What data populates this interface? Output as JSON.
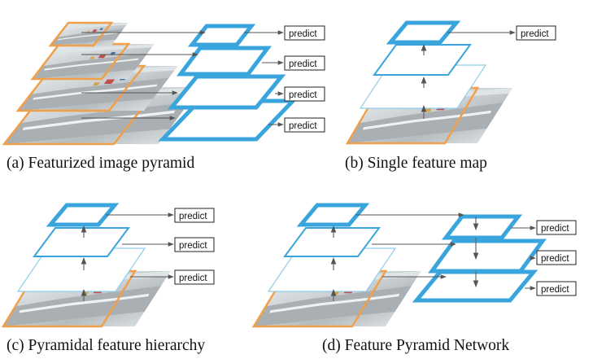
{
  "labels": {
    "predict": "predict",
    "caption_a": "(a) Featurized image pyramid",
    "caption_b": "(b) Single feature map",
    "caption_c": "(c) Pyramidal feature hierarchy",
    "caption_d": "(d) Feature Pyramid Network"
  },
  "colors": {
    "image_border": "#f0a04a",
    "feature_blue": "#3aa5dc",
    "feature_light": "#8fcdea",
    "arrow": "#555555",
    "text": "#111111"
  },
  "icons": {
    "image": "boat-photo-thumbnail",
    "arrow": "right-arrow-icon"
  }
}
